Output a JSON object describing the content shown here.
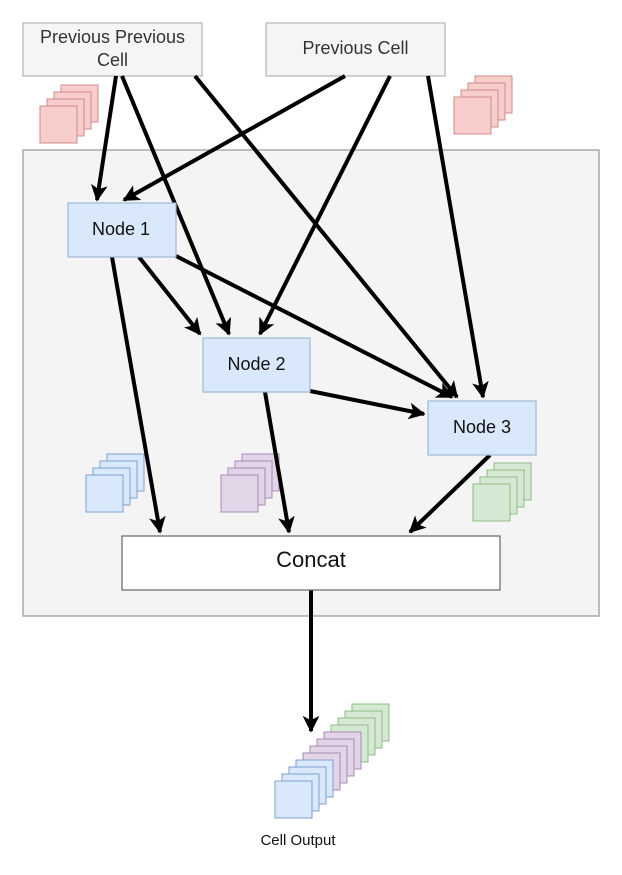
{
  "diagram": {
    "title": "Cell structure: nodes, inputs and concatenated output",
    "colors": {
      "input_box_fill": "#f5f5f5",
      "input_box_stroke": "#b3b3b3",
      "input_text": "#333333",
      "cell_fill": "#f4f4f4",
      "cell_stroke": "#aaaaaa",
      "node_fill": "#dae8fc",
      "node_stroke": "#9db8d9",
      "concat_fill": "#ffffff",
      "concat_stroke": "#666666",
      "edge": "#000000",
      "fm_red_fill": "#f8cecc",
      "fm_red_stroke": "#d08b88",
      "fm_blue_fill": "#dae8fc",
      "fm_blue_stroke": "#7e9fcf",
      "fm_purple_fill": "#e1d5e7",
      "fm_purple_stroke": "#a68bb5",
      "fm_green_fill": "#d5e8d4",
      "fm_green_stroke": "#8fbc85"
    },
    "inputs": [
      {
        "id": "prev_prev",
        "label_lines": [
          "Previous Previous",
          "Cell"
        ]
      },
      {
        "id": "prev",
        "label_lines": [
          "Previous Cell"
        ]
      }
    ],
    "nodes": [
      {
        "id": "node1",
        "label": "Node 1"
      },
      {
        "id": "node2",
        "label": "Node 2"
      },
      {
        "id": "node3",
        "label": "Node 3"
      }
    ],
    "concat": {
      "id": "concat",
      "label": "Concat"
    },
    "output": {
      "label": "Cell Output"
    },
    "edges": [
      {
        "from": "prev_prev",
        "to": "node1"
      },
      {
        "from": "prev_prev",
        "to": "node2"
      },
      {
        "from": "prev_prev",
        "to": "node3"
      },
      {
        "from": "prev",
        "to": "node1"
      },
      {
        "from": "prev",
        "to": "node2"
      },
      {
        "from": "prev",
        "to": "node3"
      },
      {
        "from": "node1",
        "to": "node2"
      },
      {
        "from": "node1",
        "to": "node3"
      },
      {
        "from": "node1",
        "to": "concat"
      },
      {
        "from": "node2",
        "to": "node3"
      },
      {
        "from": "node2",
        "to": "concat"
      },
      {
        "from": "node3",
        "to": "concat"
      },
      {
        "from": "concat",
        "to": "output"
      }
    ],
    "feature_maps": [
      {
        "id": "fm-prev-prev",
        "color": "red",
        "count": 4
      },
      {
        "id": "fm-prev",
        "color": "red",
        "count": 4
      },
      {
        "id": "fm-node1",
        "color": "blue",
        "count": 4
      },
      {
        "id": "fm-node2",
        "color": "purple",
        "count": 4
      },
      {
        "id": "fm-node3",
        "color": "green",
        "count": 4
      },
      {
        "id": "fm-output",
        "colors": [
          "green",
          "green",
          "green",
          "green",
          "purple",
          "purple",
          "purple",
          "purple",
          "blue",
          "blue",
          "blue",
          "blue"
        ]
      }
    ]
  }
}
